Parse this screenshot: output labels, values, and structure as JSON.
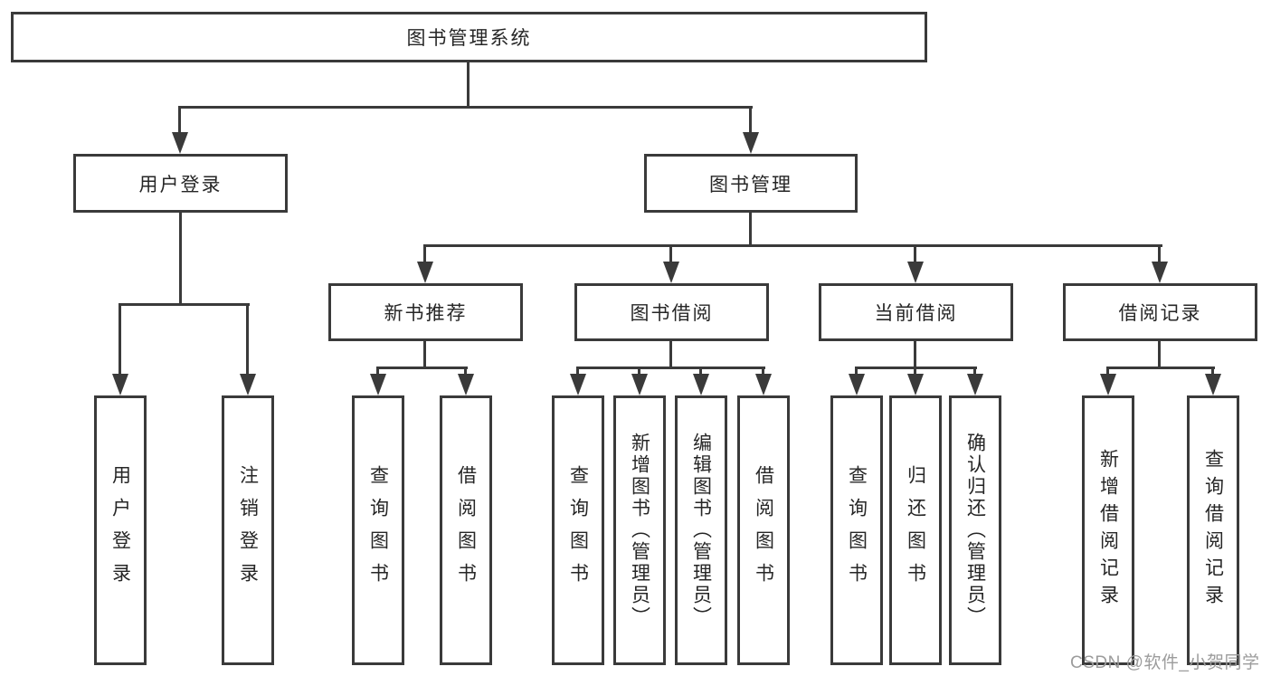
{
  "tree": {
    "root": {
      "label": "图书管理系统"
    },
    "branches": [
      {
        "label": "用户登录",
        "children": [
          {
            "label": "用户登录"
          },
          {
            "label": "注销登录"
          }
        ]
      },
      {
        "label": "图书管理",
        "children": [
          {
            "label": "新书推荐",
            "children": [
              {
                "label": "查询图书"
              },
              {
                "label": "借阅图书"
              }
            ]
          },
          {
            "label": "图书借阅",
            "children": [
              {
                "label": "查询图书"
              },
              {
                "label": "新增图书（管理员）"
              },
              {
                "label": "编辑图书（管理员）"
              },
              {
                "label": "借阅图书"
              }
            ]
          },
          {
            "label": "当前借阅",
            "children": [
              {
                "label": "查询图书"
              },
              {
                "label": "归还图书"
              },
              {
                "label": "确认归还（管理员）"
              }
            ]
          },
          {
            "label": "借阅记录",
            "children": [
              {
                "label": "新增借阅记录"
              },
              {
                "label": "查询借阅记录"
              }
            ]
          }
        ]
      }
    ]
  },
  "watermark": {
    "text": "CSDN @软件_小贺同学"
  },
  "colors": {
    "line": "#3a3a3a",
    "text": "#262626",
    "watermark": "#9c9c9c"
  }
}
